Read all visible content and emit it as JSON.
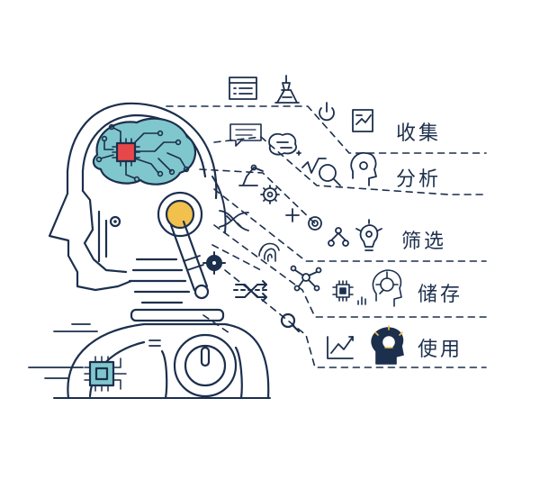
{
  "stages": [
    {
      "label": "收集"
    },
    {
      "label": "分析"
    },
    {
      "label": "筛选"
    },
    {
      "label": "储存"
    },
    {
      "label": "使用"
    }
  ],
  "colors": {
    "line": "#1c2f4d",
    "brain_fill": "#7fc7cc",
    "chip_red": "#e8474a",
    "joint_yellow": "#f2c04d",
    "chip_teal": "#7fc7cc"
  },
  "icons": [
    "document-list-icon",
    "eiffel-tower-icon",
    "power-icon",
    "chart-report-icon",
    "chat-bubble-icon",
    "brain-icon",
    "function-icon",
    "magnifier-icon",
    "head-gear-icon",
    "robot-arm-icon",
    "gear-icon",
    "dna-icon",
    "plus-icon",
    "target-icon",
    "network-icon",
    "lightbulb-gear-icon",
    "fingerprint-icon",
    "molecule-icon",
    "cpu-chip-icon",
    "bar-mini-icon",
    "brain-circuit-icon",
    "shuffle-arrows-icon",
    "search-icon",
    "line-chart-icon",
    "head-idea-icon"
  ]
}
